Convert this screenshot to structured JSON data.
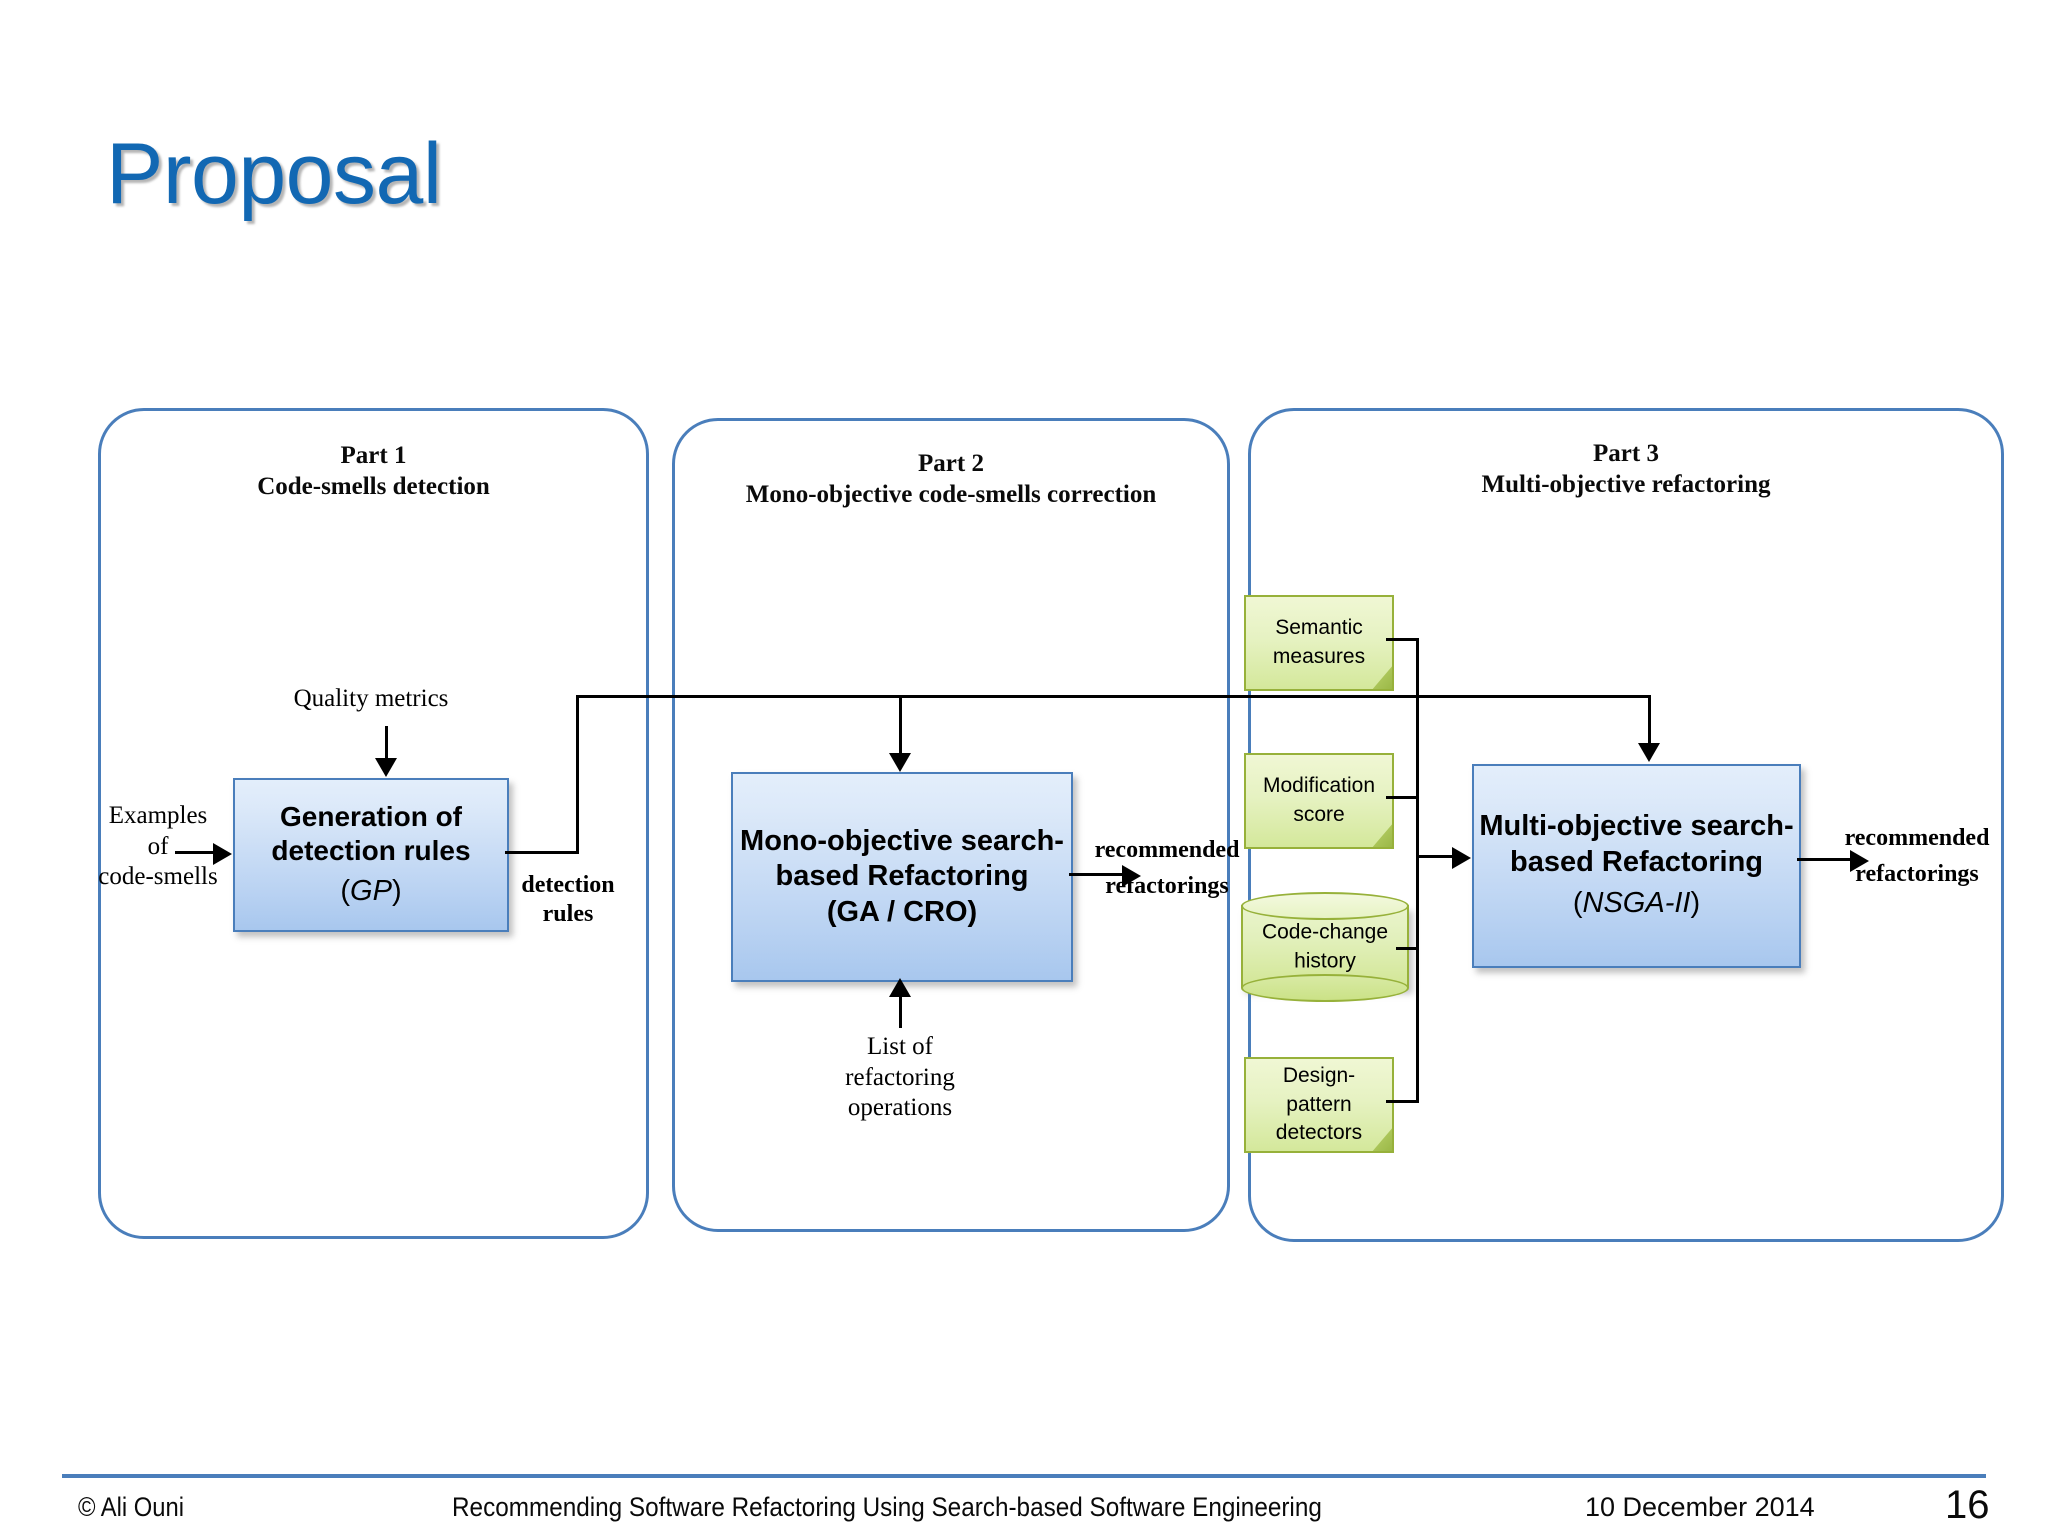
{
  "slide": {
    "title": "Proposal",
    "accent_blue": "#1268B3",
    "panel_border": "#4A7EBB"
  },
  "parts": [
    {
      "id": "part1",
      "heading": "Part 1",
      "subheading": "Code-smells detection"
    },
    {
      "id": "part2",
      "heading": "Part 2",
      "subheading": "Mono-objective code-smells correction"
    },
    {
      "id": "part3",
      "heading": "Part 3",
      "subheading": "Multi-objective refactoring"
    }
  ],
  "boxes": {
    "gp": {
      "line1": "Generation of",
      "line2": "detection rules",
      "method": "GP"
    },
    "ga": {
      "line1": "Mono-objective search-",
      "line2": "based Refactoring",
      "line3": "(GA / CRO)"
    },
    "nsga": {
      "line1": "Multi-objective search-",
      "line2": "based Refactoring",
      "method": "NSGA-II"
    }
  },
  "inputs": {
    "semantic_measures": "Semantic\nmeasures",
    "modification_score": "Modification\nscore",
    "code_change_history": "Code-change\nhistory",
    "design_pattern_detectors": "Design-pattern\ndetectors",
    "note_fill": "#E6F2C2",
    "note_border": "#97B13A"
  },
  "labels": {
    "quality_metrics": "Quality metrics",
    "examples_of_code_smells": "Examples\nof\ncode-smells",
    "detection_rules": "detection\nrules",
    "list_of_refactoring_operations": "List of\nrefactoring\noperations",
    "recommended_refactorings_1_top": "recommended",
    "recommended_refactorings_1_bottom": "refactorings",
    "recommended_refactorings_2_top": "recommended",
    "recommended_refactorings_2_bottom": "refactorings"
  },
  "footer": {
    "author": "© Ali Ouni",
    "center": "Recommending Software Refactoring Using Search-based Software Engineering",
    "date": "10 December 2014",
    "page": "16"
  }
}
